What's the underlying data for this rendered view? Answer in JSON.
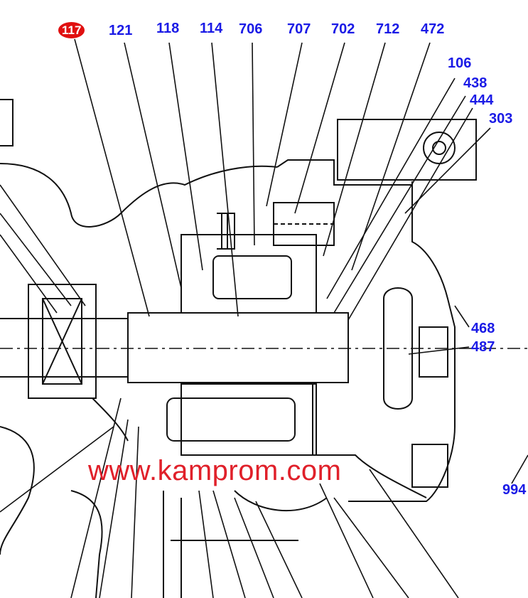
{
  "labels": {
    "l117": "117",
    "l121": "121",
    "l118": "118",
    "l114": "114",
    "l706": "706",
    "l707": "707",
    "l702": "702",
    "l712": "712",
    "l472": "472",
    "l106": "106",
    "l438": "438",
    "l444": "444",
    "l303": "303",
    "l468": "468",
    "l487": "487",
    "l994": "994"
  },
  "watermark": "www.kamprom.com",
  "colors": {
    "label": "#1a1ae6",
    "highlight": "#e01010",
    "watermark": "#e0202a",
    "line": "#111111"
  }
}
